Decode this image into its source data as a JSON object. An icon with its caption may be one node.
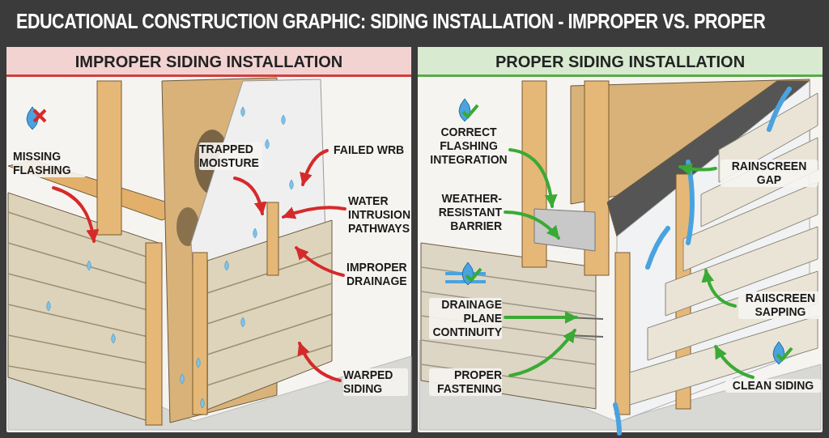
{
  "diagram": {
    "title": "EDUCATIONAL CONSTRUCTION GRAPHIC: SIDING INSTALLATION - IMPROPER VS. PROPER",
    "nodes": [
      {
        "text": [
          "IMPROPER SIDING INSTALLATION"
        ]
      },
      {
        "text": [
          "PROPER SIDING INSTALLATION"
        ]
      },
      {
        "text": [
          "MISSING FLASHING"
        ],
        "in": 0
      },
      {
        "text": [
          "TRAPPED MOISTURE"
        ],
        "in": 0
      },
      {
        "text": [
          "FAILED WRB"
        ],
        "in": 0
      },
      {
        "text": [
          "WATER INTRUSION PATHWAYS"
        ],
        "in": 0
      },
      {
        "text": [
          "IMPROPER DRAINAGE"
        ],
        "in": 0
      },
      {
        "text": [
          "WARPED SIDING"
        ],
        "in": 0
      },
      {
        "text": [
          "CORRECT FLASHING INTEGRATION"
        ],
        "in": 1
      },
      {
        "text": [
          "WEATHER-RESISTANT BARRIER"
        ],
        "in": 1
      },
      {
        "text": [
          "DRAINAGE PLANE CONTINUITY"
        ],
        "in": 1
      },
      {
        "text": [
          "PROPER FASTENING"
        ],
        "in": 1
      },
      {
        "text": [
          "RAINSCREEN GAP"
        ],
        "in": 1
      },
      {
        "text": [
          "RAIISCREEN SAPPING"
        ],
        "in": 1
      },
      {
        "text": [
          "CLEAN SIDING"
        ],
        "in": 1
      }
    ],
    "edges": [
      {
        "from": 2,
        "to": null,
        "arrow": "to",
        "color": "#d62a2a"
      },
      {
        "from": 3,
        "to": null,
        "arrow": "to",
        "color": "#d62a2a"
      },
      {
        "from": 4,
        "to": null,
        "arrow": "to",
        "color": "#d62a2a"
      },
      {
        "from": 5,
        "to": null,
        "arrow": "to",
        "color": "#d62a2a"
      },
      {
        "from": 6,
        "to": null,
        "arrow": "to",
        "color": "#d62a2a"
      },
      {
        "from": 7,
        "to": null,
        "arrow": "to",
        "color": "#d62a2a"
      },
      {
        "from": 8,
        "to": null,
        "arrow": "to",
        "color": "#3aaa35"
      },
      {
        "from": 9,
        "to": null,
        "arrow": "to",
        "color": "#3aaa35"
      },
      {
        "from": 10,
        "to": null,
        "arrow": "to",
        "color": "#3aaa35"
      },
      {
        "from": 11,
        "to": null,
        "arrow": "to",
        "color": "#3aaa35"
      },
      {
        "from": 12,
        "to": null,
        "arrow": "to",
        "color": "#3aaa35"
      },
      {
        "from": 13,
        "to": null,
        "arrow": "to",
        "color": "#3aaa35"
      },
      {
        "from": 14,
        "to": null,
        "arrow": "to",
        "color": "#3aaa35"
      }
    ]
  }
}
